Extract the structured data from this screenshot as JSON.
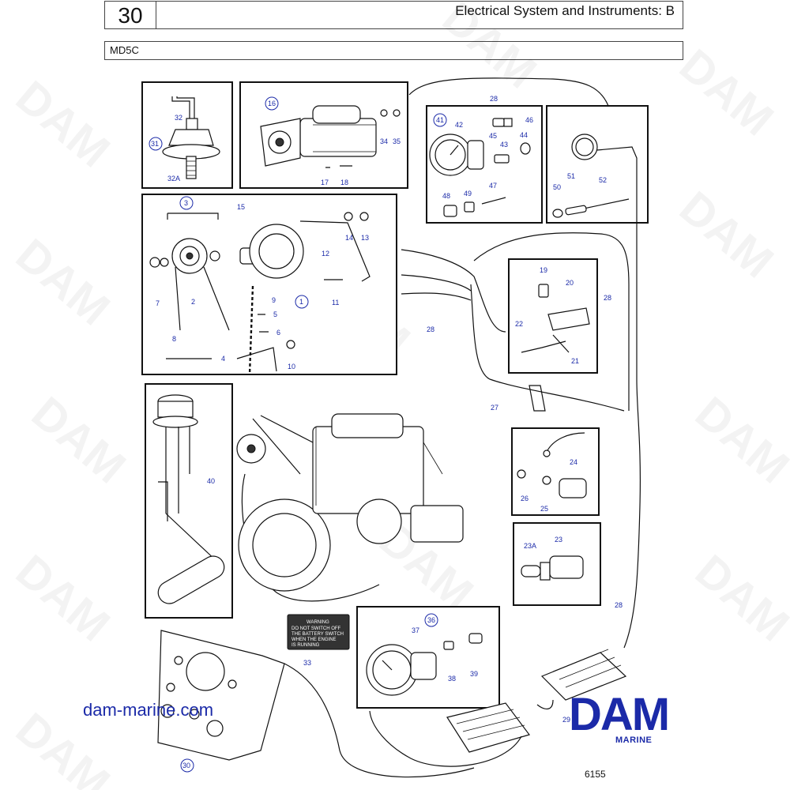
{
  "header": {
    "page_number": "30",
    "title": "Electrical System and Instruments: B",
    "model": "MD5C"
  },
  "watermark": "DAM",
  "warning_plate": {
    "title": "WARNING",
    "lines": [
      "DO NOT SWITCH OFF",
      "THE BATTERY SWITCH",
      "WHEN THE ENGINE",
      "IS RUNNING"
    ]
  },
  "callouts": {
    "c1": "1",
    "c2": "2",
    "c3": "3",
    "c4": "4",
    "c5": "5",
    "c6": "6",
    "c7": "7",
    "c8": "8",
    "c9": "9",
    "c10": "10",
    "c11": "11",
    "c12": "12",
    "c13": "13",
    "c14": "14",
    "c15": "15",
    "c16": "16",
    "c17": "17",
    "c18": "18",
    "c19": "19",
    "c20": "20",
    "c21": "21",
    "c22": "22",
    "c23": "23",
    "c23a": "23A",
    "c24": "24",
    "c25": "25",
    "c26": "26",
    "c27": "27",
    "c28a": "28",
    "c28b": "28",
    "c28c": "28",
    "c28d": "28",
    "c29": "29",
    "c30": "30",
    "c31": "31",
    "c32": "32",
    "c32a": "32A",
    "c33": "33",
    "c34": "34",
    "c35": "35",
    "c36": "36",
    "c37": "37",
    "c38": "38",
    "c39": "39",
    "c40": "40",
    "c41": "41",
    "c42": "42",
    "c43": "43",
    "c44": "44",
    "c45": "45",
    "c46": "46",
    "c47": "47",
    "c48": "48",
    "c49": "49",
    "c50": "50",
    "c51": "51",
    "c52": "52"
  },
  "footer": {
    "website": "dam-marine.com",
    "brand": "DAM",
    "brand_sub": "MARINE",
    "reference": "6155"
  },
  "colors": {
    "callout_blue": "#1b2aa8",
    "line": "#111111"
  }
}
